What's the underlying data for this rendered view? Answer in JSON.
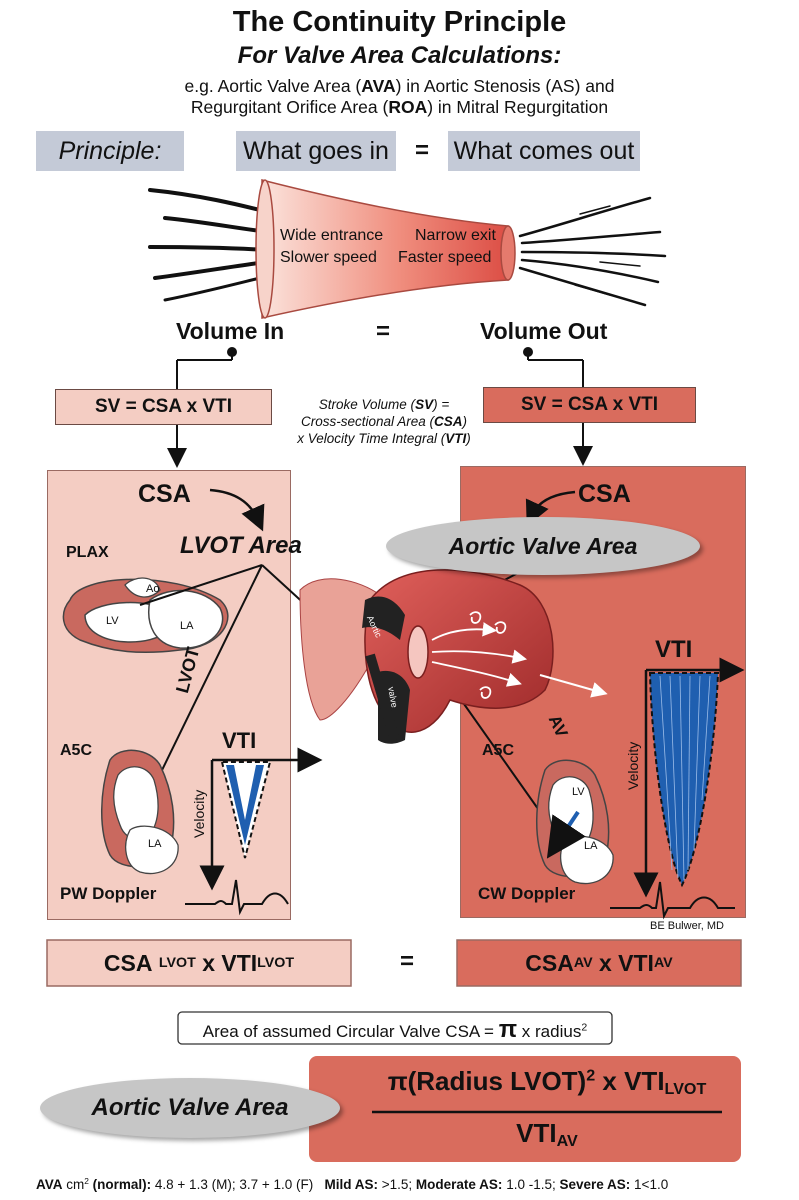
{
  "header": {
    "title": "The Continuity Principle",
    "subtitle": "For Valve Area Calculations:",
    "line1_a": "e.g. Aortic Valve Area (",
    "line1_b": "AVA",
    "line1_c": ") in Aortic Stenosis (AS) and",
    "line2_a": "Regurgitant Orifice Area (",
    "line2_b": "ROA",
    "line2_c": ") in Mitral Regurgitation"
  },
  "principle": {
    "label": "Principle:",
    "left": "What goes in",
    "equals": "=",
    "right": "What comes out"
  },
  "funnel": {
    "entrance": "Wide entrance",
    "slower": "Slower speed",
    "exit": "Narrow exit",
    "faster": "Faster speed"
  },
  "volumes": {
    "in": "Volume In",
    "equals": "=",
    "out": "Volume Out"
  },
  "stroke": {
    "left_formula": "SV = CSA x VTI",
    "right_formula": "SV = CSA x VTI",
    "def1_a": "Stroke Volume (",
    "def1_b": "SV",
    "def1_c": ") =",
    "def2_a": "Cross-sectional Area (",
    "def2_b": "CSA",
    "def2_c": ")",
    "def3_a": "x Velocity Time Integral (",
    "def3_b": "VTI",
    "def3_c": ")"
  },
  "left_panel": {
    "csa": "CSA",
    "lvot_area": "LVOT Area",
    "plax": "PLAX",
    "ao": "Ao",
    "lv": "LV",
    "la": "LA",
    "lvot": "LVOT",
    "a5c": "A5C",
    "vti": "VTI",
    "velocity": "Velocity",
    "la2": "LA",
    "doppler": "PW Doppler"
  },
  "right_panel": {
    "csa": "CSA",
    "av_area": "Aortic Valve Area",
    "vti": "VTI",
    "velocity": "Velocity",
    "av": "AV",
    "a5c": "A5C",
    "lv": "LV",
    "la": "LA",
    "doppler": "CW Doppler",
    "credit": "BE Bulwer, MD"
  },
  "heart": {
    "aortic": "Aortic",
    "valve": "valve"
  },
  "equation": {
    "left_main": "CSA",
    "left_sub": "LVOT",
    "left_x": "x VTI",
    "left_sub2": "LVOT",
    "equals": "=",
    "right_main": "CSA",
    "right_sub": "AV",
    "right_x": "x VTI",
    "right_sub2": "AV"
  },
  "circular": {
    "text": "Area of assumed Circular Valve CSA = ",
    "pi": "π",
    "tail": " x radius",
    "exp": "2"
  },
  "final": {
    "bubble": "Aortic Valve Area",
    "num_pi": "π(Radius LVOT)",
    "num_exp": "2",
    "num_x": " x VTI",
    "num_sub": "LVOT",
    "den": "VTI",
    "den_sub": "AV"
  },
  "footer": {
    "ava": "AVA",
    "unit": " cm",
    "unit_exp": "2",
    "normal_lbl": " (normal):",
    "normal_val": " 4.8 + 1.3 (M); 3.7 + 1.0 (F)",
    "mild_lbl": "Mild AS:",
    "mild_val": " >1.5;",
    "mod_lbl": "Moderate AS:",
    "mod_val": " 1.0 -1.5;",
    "sev_lbl": "Severe AS:",
    "sev_val": " 1<1.0"
  },
  "colors": {
    "light_panel": "#f4cdc3",
    "dark_panel": "#d96c5d",
    "principle_box": "#c4cad7",
    "heart_red": "#c23a38",
    "doppler_blue": "#1f5fb0"
  }
}
